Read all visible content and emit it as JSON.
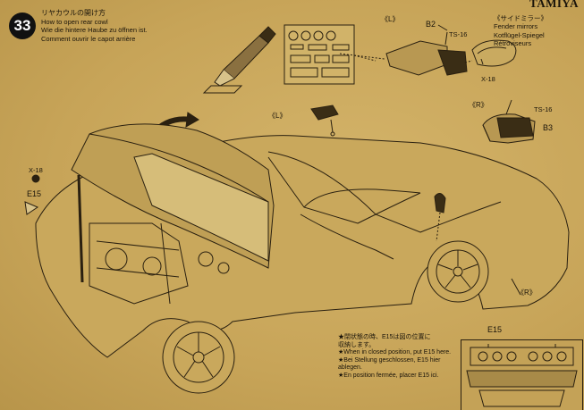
{
  "brand": "TAMIYA",
  "step": {
    "number": "33",
    "title_jp": "リヤカウルの開け方",
    "title_en": "How to open rear cowl",
    "title_de": "Wie die hintere Haube zu öffnen ist.",
    "title_fr": "Comment ouvrir le capot arrière"
  },
  "mirrors": {
    "title_jp": "《サイドミラー》",
    "title_en": "Fender mirrors",
    "title_de": "Kotflügel-Spiegel",
    "title_fr": "Rétroviseurs"
  },
  "labels": {
    "left_top": "《L》",
    "left_mid": "《L》",
    "right_top": "《R》",
    "right_car": "《R》"
  },
  "parts": {
    "b2": "B2",
    "b3": "B3",
    "ts16_a": "TS-16",
    "ts16_b": "TS-16",
    "x18_a": "X-18",
    "x18_b": "X-18",
    "e15": "E15",
    "e15_inset": "E15"
  },
  "note": {
    "jp1": "★閉状態の時、E15は図の位置に",
    "jp2": "収納します。",
    "en": "★When in closed position, put E15 here.",
    "de": "★Bei Stellung geschlossen, E15 hier ablegen.",
    "fr": "★En position fermée, placer E15 ici."
  }
}
